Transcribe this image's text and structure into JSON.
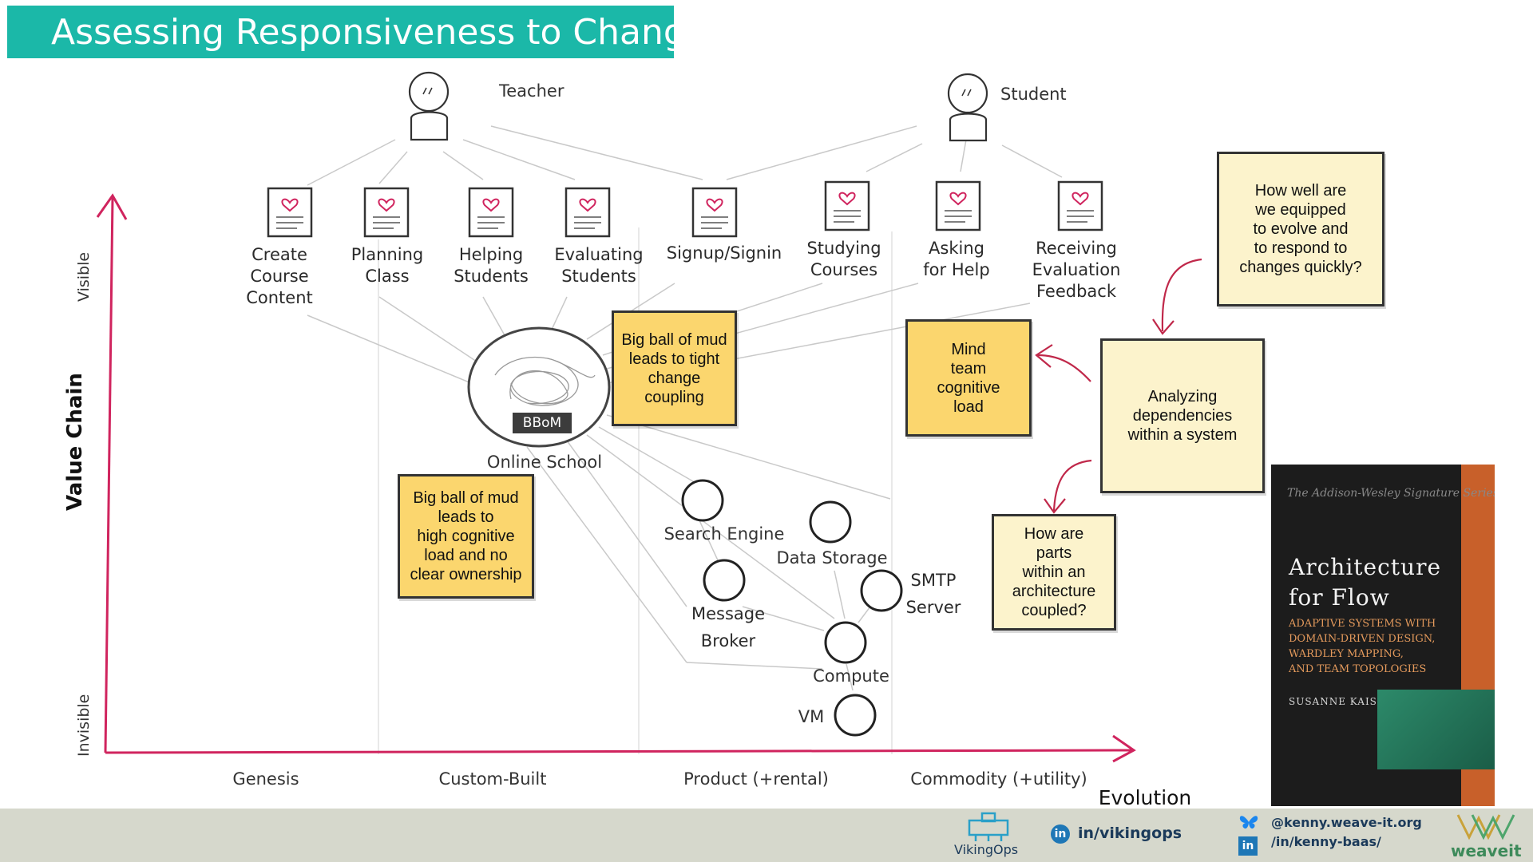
{
  "title": "Assessing Responsiveness to Change",
  "actors": {
    "teacher": "Teacher",
    "student": "Student"
  },
  "needs": [
    {
      "id": "create-course-content",
      "label": "Create\nCourse\nContent"
    },
    {
      "id": "planning-class",
      "label": "Planning\nClass"
    },
    {
      "id": "helping-students",
      "label": "Helping\nStudents"
    },
    {
      "id": "evaluating-students",
      "label": "Evaluating\nStudents"
    },
    {
      "id": "signup-signin",
      "label": "Signup/Signin"
    },
    {
      "id": "studying-courses",
      "label": "Studying\nCourses"
    },
    {
      "id": "asking-for-help",
      "label": "Asking\nfor Help"
    },
    {
      "id": "receiving-evaluation-feedback",
      "label": "Receiving\nEvaluation\nFeedback"
    }
  ],
  "bbom": {
    "tag": "BBoM",
    "label": "Online School"
  },
  "components": {
    "search_engine": "Search Engine",
    "data_storage": "Data Storage",
    "smtp_server": "SMTP\nServer",
    "message_broker": "Message\nBroker",
    "compute": "Compute",
    "vm": "VM"
  },
  "notes": {
    "tight_coupling": "Big ball of mud\nleads to tight\nchange\ncoupling",
    "cognitive_load": "Big ball of mud\nleads to\nhigh cognitive\nload and no\nclear ownership",
    "mind_team": "Mind\nteam\ncognitive\nload",
    "how_well": "How well are\nwe equipped\nto evolve and\nto respond to\nchanges quickly?",
    "analyzing": "Analyzing\ndependencies\nwithin a system",
    "how_coupled": "How are\nparts\nwithin an\narchitecture\ncoupled?"
  },
  "axes": {
    "y_label": "Value Chain",
    "y_top": "Visible",
    "y_bottom": "Invisible",
    "x_label": "Evolution",
    "stages": [
      "Genesis",
      "Custom-Built",
      "Product (+rental)",
      "Commodity (+utility)"
    ]
  },
  "book": {
    "series": "The Addison-Wesley Signature Series",
    "title": "Architecture\nfor Flow",
    "subtitle": "Adaptive Systems with\nDomain-Driven Design,\nWardley Mapping,\nand Team Topologies",
    "author": "Susanne Kaiser"
  },
  "footer": {
    "vikingops": "VikingOps",
    "linkedin_vikingops": "in/vikingops",
    "bluesky_handle": "@kenny.weave-it.org",
    "linkedin_handle": "/in/kenny-baas/",
    "weaveit": "weaveit"
  },
  "colors": {
    "title_bg": "#1bb8a8",
    "axis": "#d0245e",
    "note_yellow": "#fbd66e",
    "note_cream": "#fcf3cc",
    "footer_bg": "#d6d8cc"
  }
}
